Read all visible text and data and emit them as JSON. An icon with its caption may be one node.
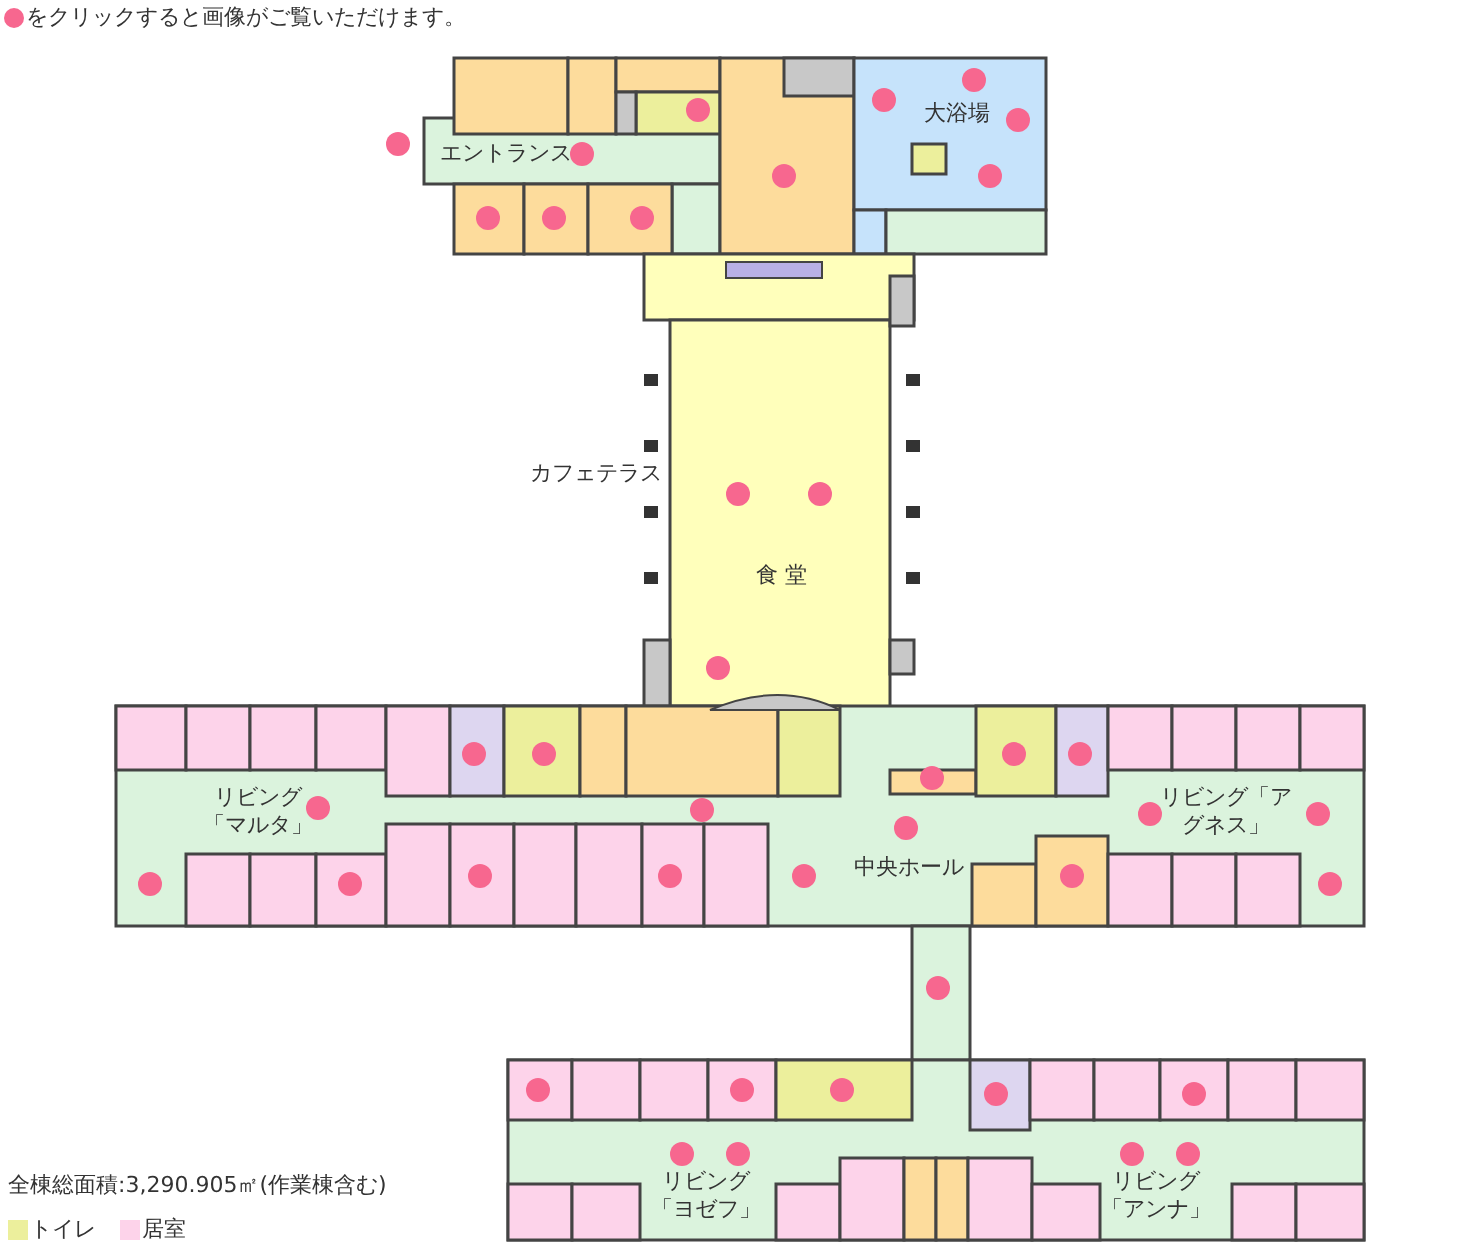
{
  "diagram": {
    "labels": [
      "エントランス",
      "大浴場",
      "カフェテラス",
      "食 堂",
      "リビング「マルタ」",
      "中央ホール",
      "リビング「アグネス」",
      "リビング「ヨゼフ」",
      "リビング「アンナ」",
      "全棟総面積:3,290.905㎡(作業棟含む)"
    ],
    "legend": [
      {
        "text": "をクリックすると画像がご覧いただけます。",
        "color": "#f7678f"
      },
      {
        "text": "トイレ",
        "color": "#ecef9c"
      },
      {
        "text": "居室",
        "color": "#fdd3ea"
      }
    ]
  }
}
